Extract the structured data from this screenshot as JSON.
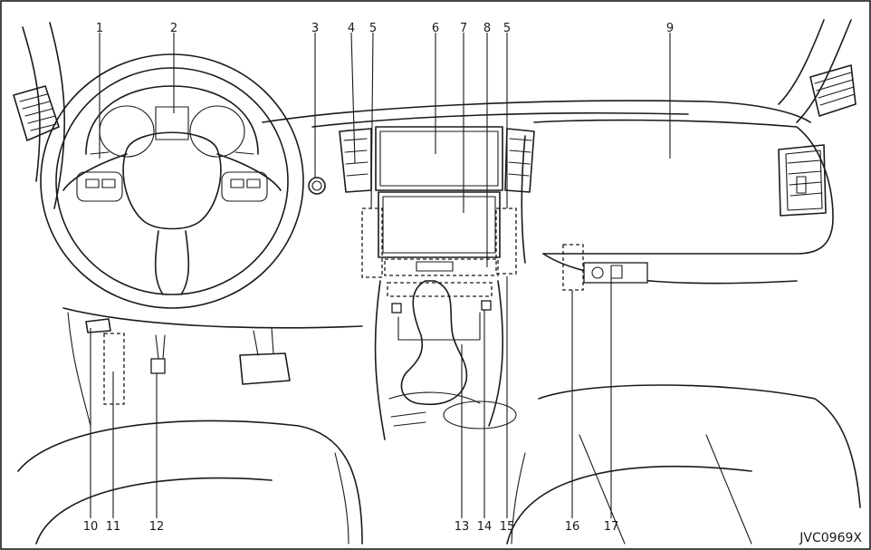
{
  "figure_code": "JVC0969X",
  "callouts": {
    "top": [
      "1",
      "2",
      "3",
      "4",
      "5",
      "6",
      "7",
      "8",
      "5",
      "9"
    ],
    "bottom": [
      "10",
      "11",
      "12",
      "13",
      "14",
      "15",
      "16",
      "17"
    ]
  }
}
